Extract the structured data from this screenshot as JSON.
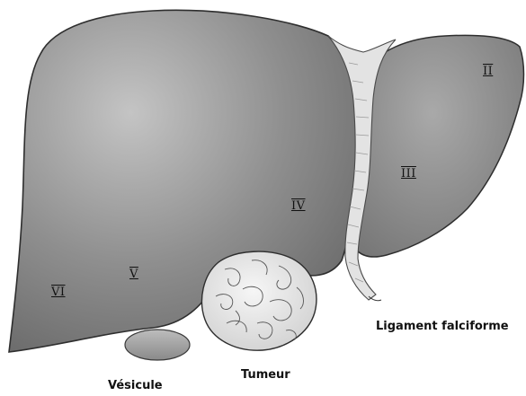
{
  "segments": {
    "II": "II",
    "III": "III",
    "IV": "IV",
    "V": "V",
    "VI": "VI"
  },
  "labels": {
    "ligament": "Ligament falciforme",
    "tumeur": "Tumeur",
    "vesicule": "Vésicule"
  },
  "colors": {
    "liver": "#8e8e8e",
    "liver_light": "#b4b4b4",
    "liver_dark": "#5f5f5f",
    "ligament": "#e4e4e4",
    "tumor": "#e9e9e9",
    "gallbladder": "#a9a9a9"
  }
}
